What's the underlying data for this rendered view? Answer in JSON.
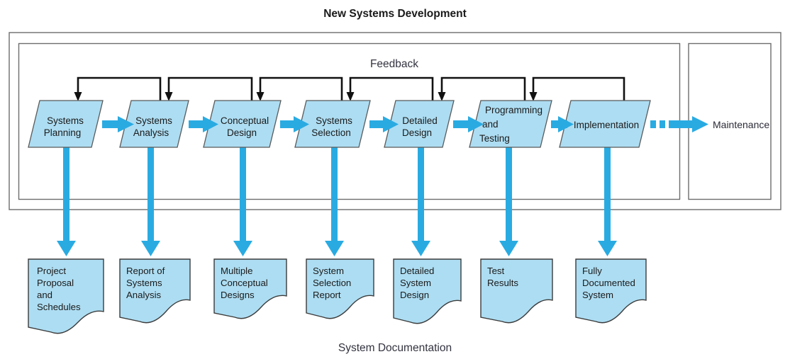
{
  "title": "New Systems Development",
  "caption": "System Documentation",
  "feedback_label": "Feedback",
  "maintenance_label": "Maintenance",
  "colors": {
    "shape_fill": "#ADDDF2",
    "arrow_blue": "#29ABE2",
    "shape_stroke": "#5a5a5a",
    "frame_stroke": "#6d6d6d",
    "feedback_stroke": "#111111",
    "text": "#1a1a1a",
    "background": "#ffffff"
  },
  "stages": [
    {
      "id": "systems-planning",
      "lines": [
        "Systems",
        "Planning"
      ],
      "align": "middle"
    },
    {
      "id": "systems-analysis",
      "lines": [
        "Systems",
        "Analysis"
      ],
      "align": "middle"
    },
    {
      "id": "conceptual-design",
      "lines": [
        "Conceptual",
        "Design"
      ],
      "align": "middle"
    },
    {
      "id": "systems-selection",
      "lines": [
        "Systems",
        "Selection"
      ],
      "align": "middle"
    },
    {
      "id": "detailed-design",
      "lines": [
        "Detailed",
        "Design"
      ],
      "align": "middle"
    },
    {
      "id": "programming-and-testing",
      "lines": [
        "Programming",
        "and",
        "Testing"
      ],
      "align": "start"
    },
    {
      "id": "implementation",
      "lines": [
        "Implementation"
      ],
      "align": "middle"
    }
  ],
  "documents": [
    {
      "id": "project-proposal-and-schedules",
      "lines": [
        "Project",
        "Proposal",
        "and",
        "Schedules"
      ]
    },
    {
      "id": "report-of-systems-analysis",
      "lines": [
        "Report of",
        "Systems",
        "Analysis"
      ]
    },
    {
      "id": "multiple-conceptual-designs",
      "lines": [
        "Multiple",
        "Conceptual",
        "Designs"
      ]
    },
    {
      "id": "system-selection-report",
      "lines": [
        "System",
        "Selection",
        "Report"
      ]
    },
    {
      "id": "detailed-system-design",
      "lines": [
        "Detailed",
        "System",
        "Design"
      ]
    },
    {
      "id": "test-results",
      "lines": [
        "Test",
        "Results"
      ]
    },
    {
      "id": "fully-documented-system",
      "lines": [
        "Fully",
        "Documented",
        "System"
      ]
    }
  ],
  "chart_data": {
    "type": "diagram",
    "title": "New Systems Development",
    "subtitle": "System Documentation",
    "flow": [
      "Systems Planning",
      "Systems Analysis",
      "Conceptual Design",
      "Systems Selection",
      "Detailed Design",
      "Programming and Testing",
      "Implementation",
      "Maintenance"
    ],
    "outputs": [
      "Project Proposal and Schedules",
      "Report of Systems Analysis",
      "Multiple Conceptual Designs",
      "System Selection Report",
      "Detailed System Design",
      "Test Results",
      "Fully Documented System"
    ],
    "feedback_loops": 6,
    "feedback_note": "Feedback flows backwards from each stage to the prior stage"
  }
}
